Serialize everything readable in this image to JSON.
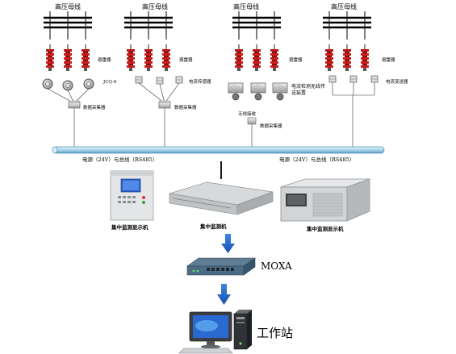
{
  "diagram": {
    "busbar_title": "高压母线",
    "groups": [
      {
        "arrester": "避雷器",
        "sensor": "JCQ-6",
        "collector": "数据采集器"
      },
      {
        "arrester": "避雷器",
        "sensor": "电流传感器",
        "collector": "数据采集器"
      },
      {
        "arrester": "避雷器",
        "sensor": "电流检测无线传送装置",
        "collector": "数据采集器",
        "receiver": "无线接收"
      },
      {
        "arrester": "避雷器",
        "sensor": "电流变送器"
      }
    ],
    "bus_labels": [
      "电源（24V）与总线（RS485）",
      "电源（24V）与总线（RS485）"
    ],
    "devices": [
      "集中监测显示机",
      "集中监测机",
      "集中监测显示机"
    ],
    "moxa": "MOXA",
    "workstation": "工作站",
    "colors": {
      "arrester": "#c81e1e",
      "bus_pipe": "#bfe0f2",
      "arrow": "#1e5fc8"
    }
  }
}
